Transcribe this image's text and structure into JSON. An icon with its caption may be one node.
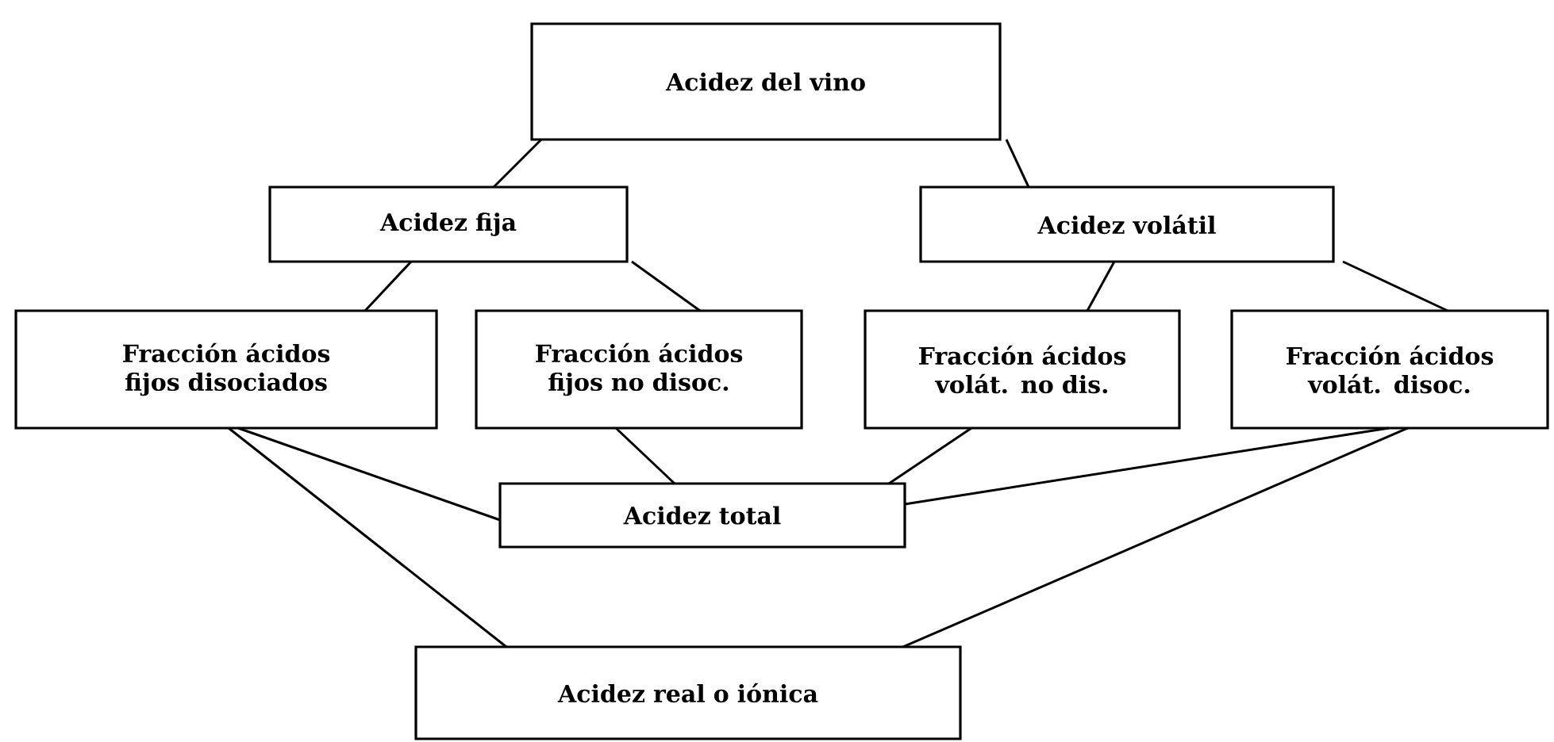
{
  "diagram": {
    "nodes": [
      {
        "text": [
          "Acidez del vino"
        ]
      },
      {
        "text": [
          "Acidez fija"
        ]
      },
      {
        "text": [
          "Acidez volátil"
        ]
      },
      {
        "text": [
          "Fracción ácidos fijos disociados"
        ]
      },
      {
        "text": [
          "Fracción ácidos fijos no disoc."
        ]
      },
      {
        "text": [
          "Fracción ácidos volát. no dis."
        ]
      },
      {
        "text": [
          "Fracción ácidos volát. disoc."
        ]
      },
      {
        "text": [
          "Acidez total"
        ]
      },
      {
        "text": [
          "Acidez real o iónica"
        ]
      }
    ],
    "edges": [
      {
        "from": 0,
        "to": 1,
        "arrow": "none"
      },
      {
        "from": 0,
        "to": 2,
        "arrow": "none"
      },
      {
        "from": 1,
        "to": 3,
        "arrow": "none"
      },
      {
        "from": 1,
        "to": 4,
        "arrow": "none"
      },
      {
        "from": 2,
        "to": 5,
        "arrow": "none"
      },
      {
        "from": 2,
        "to": 6,
        "arrow": "none"
      },
      {
        "from": 3,
        "to": 7,
        "arrow": "none"
      },
      {
        "from": 4,
        "to": 7,
        "arrow": "none"
      },
      {
        "from": 5,
        "to": 7,
        "arrow": "none"
      },
      {
        "from": 6,
        "to": 7,
        "arrow": "none"
      },
      {
        "from": 3,
        "to": 8,
        "arrow": "none"
      },
      {
        "from": 6,
        "to": 8,
        "arrow": "none"
      }
    ]
  }
}
